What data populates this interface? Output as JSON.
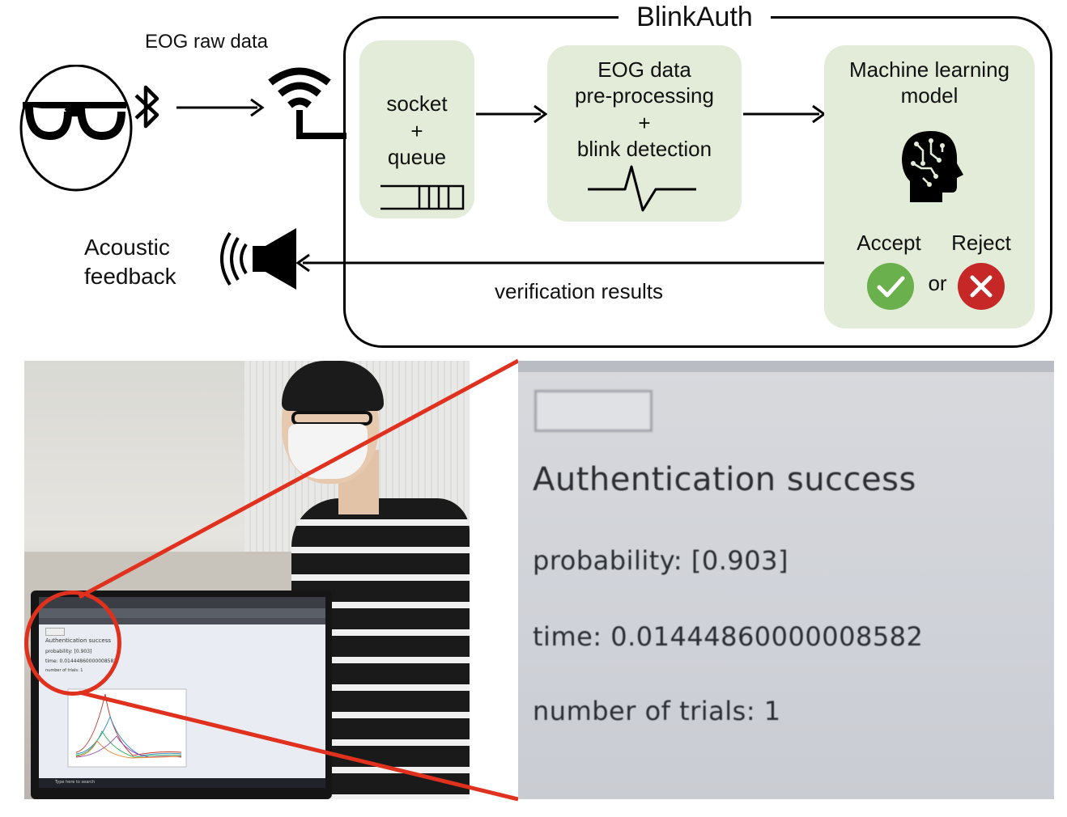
{
  "diagram": {
    "system_title": "BlinkAuth",
    "eog_raw_data": "EOG raw data",
    "socket_line1": "socket",
    "socket_line2": "+",
    "socket_line3": "queue",
    "preproc_line1": "EOG data",
    "preproc_line2": "pre-processing",
    "preproc_line3": "+",
    "preproc_line4": "blink detection",
    "ml_line1": "Machine learning",
    "ml_line2": "model",
    "accept": "Accept",
    "reject": "Reject",
    "or": "or",
    "acoustic_line1": "Acoustic",
    "acoustic_line2": "feedback",
    "verification_results": "verification results",
    "colors": {
      "box_fill": "#e3ecd8",
      "accept_green": "#6ab04c",
      "reject_red": "#c62828",
      "callout_red": "#e0301e"
    }
  },
  "zoom": {
    "auth_status": "Authentication success",
    "probability": "probability: [0.903]",
    "time": "time: 0.01444860000008582",
    "trials": "number of trials: 1"
  },
  "laptop_screen": {
    "auth_status": "Authentication success",
    "probability": "probability: [0.903]",
    "time": "time: 0.01444860000008582",
    "trials": "number of trials: 1",
    "taskbar_search": "Type here to search"
  }
}
